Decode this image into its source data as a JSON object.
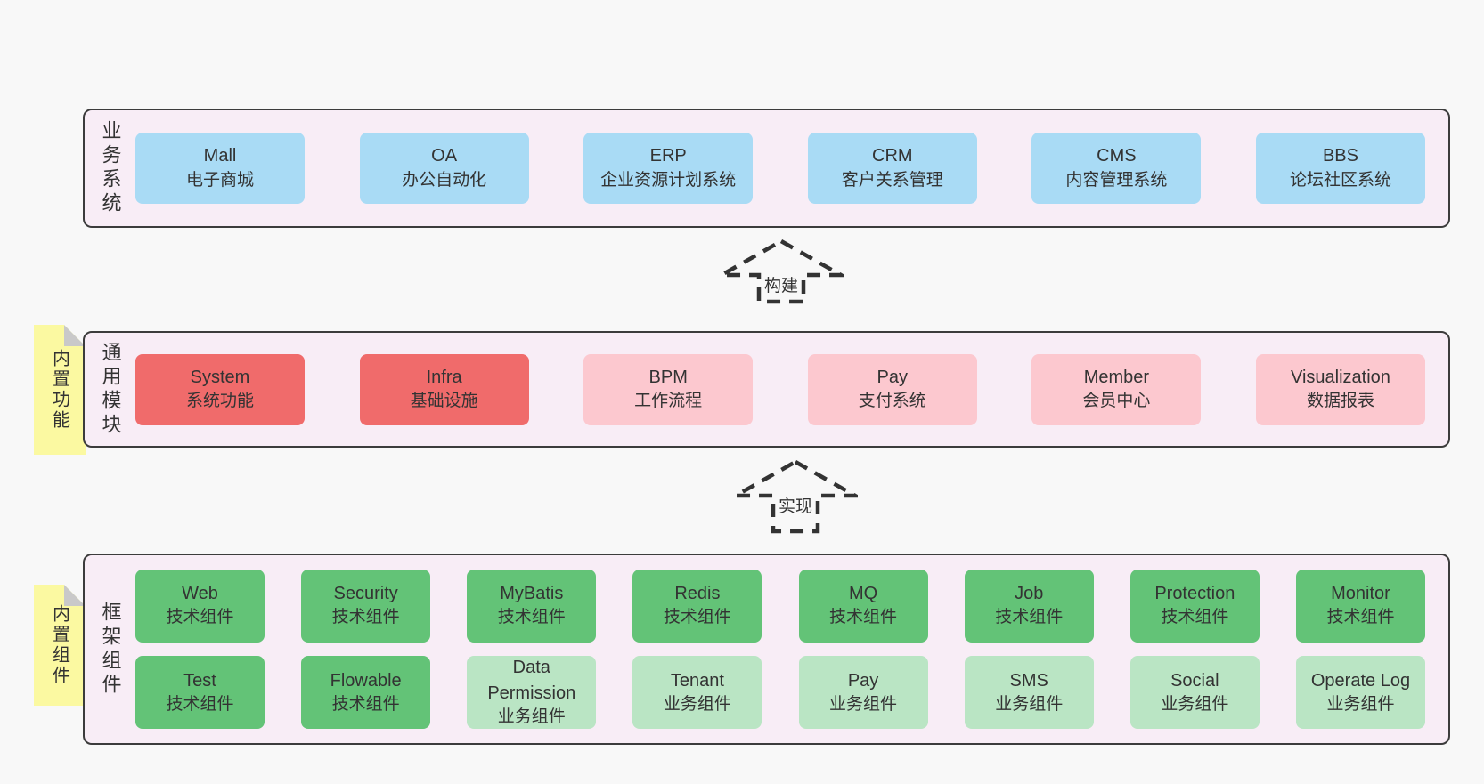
{
  "diagram": {
    "colors": {
      "page_bg": "#f8f8f8",
      "panel_bg": "#f8edf6",
      "panel_border": "#3c3c3c",
      "text": "#3b3b3b",
      "blue": "#a9dbf5",
      "red": "#f06b6b",
      "pink": "#fcc8cf",
      "green": "#63c377",
      "lightgreen": "#bae5c4",
      "note": "#fbf9a1",
      "note_fold": "#c9c9c9",
      "arrow_dash": "#333333"
    },
    "arrows": [
      {
        "label": "构建"
      },
      {
        "label": "实现"
      }
    ],
    "sections": [
      {
        "side_label": "业务系统",
        "rows": [
          [
            {
              "title": "Mall",
              "subtitle": "电子商城",
              "variant": "blue"
            },
            {
              "title": "OA",
              "subtitle": "办公自动化",
              "variant": "blue"
            },
            {
              "title": "ERP",
              "subtitle": "企业资源计划系统",
              "variant": "blue"
            },
            {
              "title": "CRM",
              "subtitle": "客户关系管理",
              "variant": "blue"
            },
            {
              "title": "CMS",
              "subtitle": "内容管理系统",
              "variant": "blue"
            },
            {
              "title": "BBS",
              "subtitle": "论坛社区系统",
              "variant": "blue"
            }
          ]
        ]
      },
      {
        "side_label": "通用模块",
        "sticky_note": "内置功能",
        "rows": [
          [
            {
              "title": "System",
              "subtitle": "系统功能",
              "variant": "red"
            },
            {
              "title": "Infra",
              "subtitle": "基础设施",
              "variant": "red"
            },
            {
              "title": "BPM",
              "subtitle": "工作流程",
              "variant": "pink"
            },
            {
              "title": "Pay",
              "subtitle": "支付系统",
              "variant": "pink"
            },
            {
              "title": "Member",
              "subtitle": "会员中心",
              "variant": "pink"
            },
            {
              "title": "Visualization",
              "subtitle": "数据报表",
              "variant": "pink"
            }
          ]
        ]
      },
      {
        "side_label": "框架组件",
        "sticky_note": "内置组件",
        "rows": [
          [
            {
              "title": "Web",
              "subtitle": "技术组件",
              "variant": "green"
            },
            {
              "title": "Security",
              "subtitle": "技术组件",
              "variant": "green"
            },
            {
              "title": "MyBatis",
              "subtitle": "技术组件",
              "variant": "green"
            },
            {
              "title": "Redis",
              "subtitle": "技术组件",
              "variant": "green"
            },
            {
              "title": "MQ",
              "subtitle": "技术组件",
              "variant": "green"
            },
            {
              "title": "Job",
              "subtitle": "技术组件",
              "variant": "green"
            },
            {
              "title": "Protection",
              "subtitle": "技术组件",
              "variant": "green"
            },
            {
              "title": "Monitor",
              "subtitle": "技术组件",
              "variant": "green"
            }
          ],
          [
            {
              "title": "Test",
              "subtitle": "技术组件",
              "variant": "green"
            },
            {
              "title": "Flowable",
              "subtitle": "技术组件",
              "variant": "green"
            },
            {
              "title": "Data Permission",
              "subtitle": "业务组件",
              "variant": "lightgreen"
            },
            {
              "title": "Tenant",
              "subtitle": "业务组件",
              "variant": "lightgreen"
            },
            {
              "title": "Pay",
              "subtitle": "业务组件",
              "variant": "lightgreen"
            },
            {
              "title": "SMS",
              "subtitle": "业务组件",
              "variant": "lightgreen"
            },
            {
              "title": "Social",
              "subtitle": "业务组件",
              "variant": "lightgreen"
            },
            {
              "title": "Operate Log",
              "subtitle": "业务组件",
              "variant": "lightgreen"
            }
          ]
        ]
      }
    ]
  }
}
